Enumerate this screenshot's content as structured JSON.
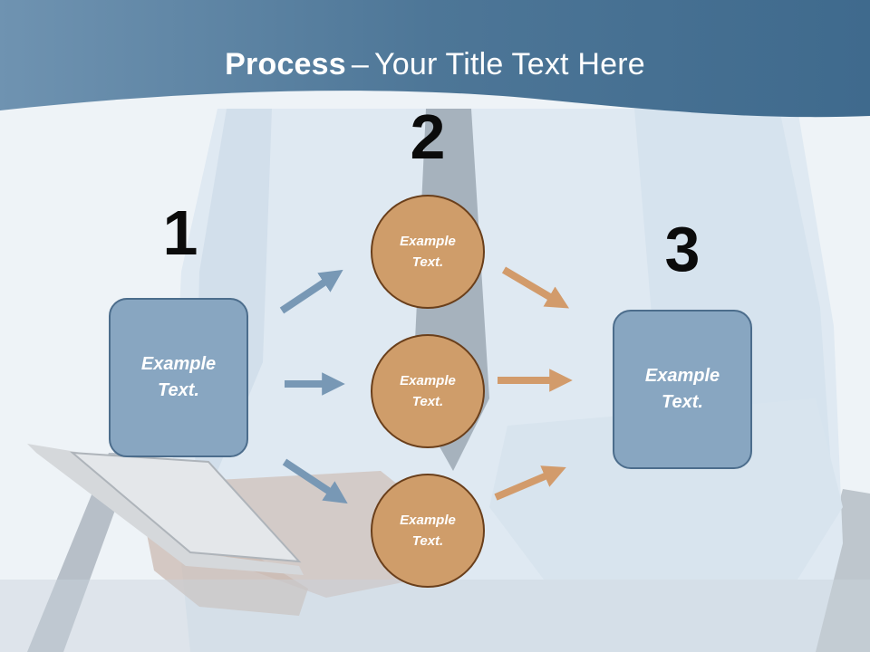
{
  "title": {
    "bold": "Process",
    "dash": "–",
    "rest": "Your Title Text Here"
  },
  "steps": [
    "1",
    "2",
    "3"
  ],
  "left_box": {
    "label": "Example Text."
  },
  "circles": [
    {
      "label": "Example Text."
    },
    {
      "label": "Example Text."
    },
    {
      "label": "Example Text."
    }
  ],
  "right_box": {
    "label": "Example Text."
  },
  "colors": {
    "header": "#4f7b9f",
    "box_fill": "#88a6c1",
    "box_border": "#4c6d8c",
    "circle_fill": "#cf9d6a",
    "circle_border": "#6a3f1b",
    "blue_arrow": "#7898b5",
    "orange_arrow": "#d29b6b"
  }
}
